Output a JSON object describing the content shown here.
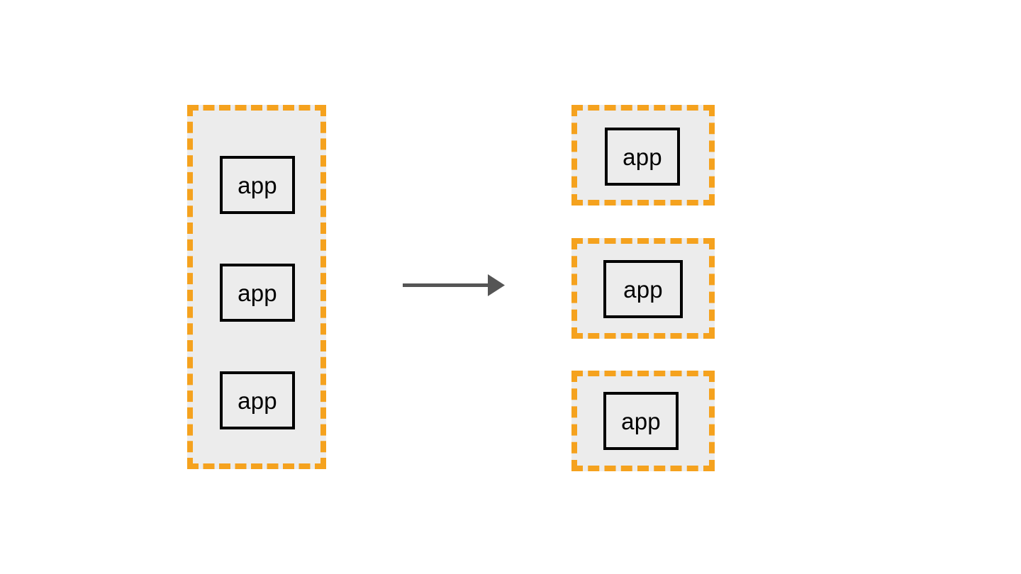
{
  "diagram": {
    "title": "",
    "type": "transformation-diagram",
    "description": "Monolithic boundary containing three app components transforming into three separately bounded app components",
    "colors": {
      "boundary_stroke": "#f5a21e",
      "boundary_fill": "#ececec",
      "app_stroke": "#000000",
      "app_fill": "#ececec",
      "arrow": "#555555",
      "canvas": "#ffffff"
    },
    "left_group": {
      "boundary_name": "shared-boundary",
      "apps": [
        {
          "label": "app"
        },
        {
          "label": "app"
        },
        {
          "label": "app"
        }
      ]
    },
    "arrow": {
      "label": "",
      "direction": "right"
    },
    "right_group": {
      "boundaries": [
        {
          "boundary_name": "isolated-boundary-1",
          "app": {
            "label": "app"
          }
        },
        {
          "boundary_name": "isolated-boundary-2",
          "app": {
            "label": "app"
          }
        },
        {
          "boundary_name": "isolated-boundary-3",
          "app": {
            "label": "app"
          }
        }
      ]
    }
  }
}
